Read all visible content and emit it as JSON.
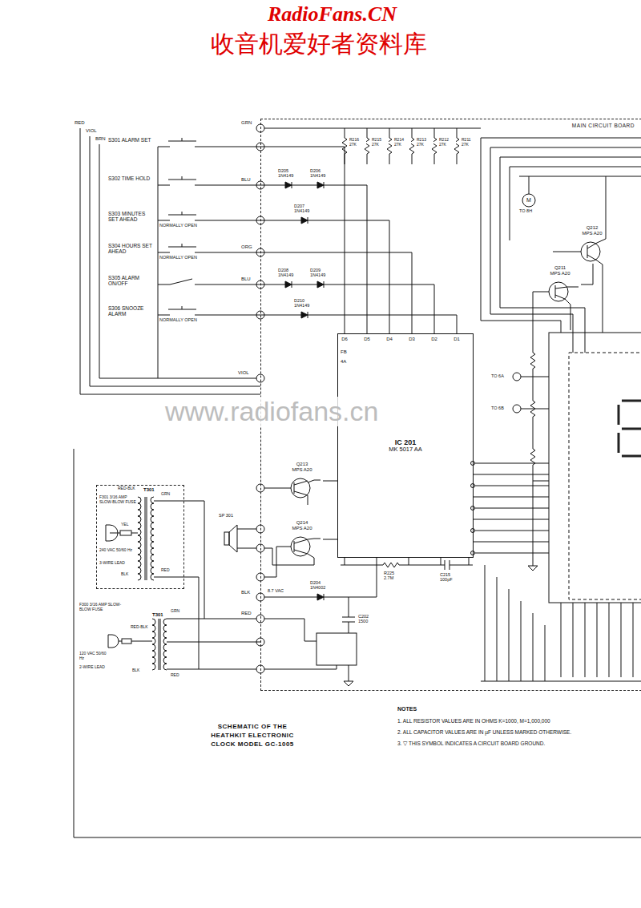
{
  "diagram": {
    "title": "SCHEMATIC OF THE HEATHKIT ELECTRONIC CLOCK MODEL GC-1005",
    "nodes": [
      {
        "text": [
          "MAIN CIRCUIT BOARD"
        ]
      },
      {
        "text": [
          "IC 201",
          "MK 5017 AA"
        ],
        "in": 0
      },
      {
        "text": [
          "S301 ALARM SET"
        ]
      },
      {
        "text": [
          "S302 TIME HOLD"
        ]
      },
      {
        "text": [
          "S303 MINUTES SET AHEAD",
          "NORMALLY OPEN"
        ]
      },
      {
        "text": [
          "S304 HOURS SET AHEAD",
          "NORMALLY OPEN"
        ]
      },
      {
        "text": [
          "S305 ALARM ON/OFF"
        ]
      },
      {
        "text": [
          "S306 SNOOZE ALARM",
          "NORMALLY OPEN"
        ]
      },
      {
        "text": [
          "Q212",
          "MPS A20"
        ],
        "in": 0
      },
      {
        "text": [
          "Q211",
          "MPS A20"
        ],
        "in": 0
      },
      {
        "text": [
          "Q213",
          "MPS A20"
        ],
        "in": 0
      },
      {
        "text": [
          "Q214",
          "MPS A20"
        ],
        "in": 0
      },
      {
        "text": [
          "T301"
        ]
      },
      {
        "text": [
          "T301"
        ]
      }
    ],
    "edges": [
      {
        "from": 2,
        "to": 1,
        "arrow": "none"
      },
      {
        "from": 3,
        "to": 1,
        "arrow": "none"
      },
      {
        "from": 4,
        "to": 1,
        "arrow": "none"
      },
      {
        "from": 5,
        "to": 1,
        "arrow": "none"
      },
      {
        "from": 6,
        "to": 1,
        "arrow": "none"
      },
      {
        "from": 7,
        "to": 1,
        "arrow": "none"
      },
      {
        "from": 10,
        "to": 1,
        "arrow": "none"
      },
      {
        "from": 11,
        "to": 1,
        "arrow": "none"
      },
      {
        "from": 9,
        "to": 8,
        "arrow": "none"
      },
      {
        "from": 13,
        "to": 0,
        "arrow": "none"
      }
    ],
    "labels": [
      "RadioFans.CN",
      "收音机爱好者资料库",
      "www.radiofans.cn",
      "RED",
      "VIOL",
      "BRN",
      "GRN",
      "BLU",
      "ORG",
      "BLU",
      "VIOL",
      "BLK",
      "RED",
      "D205 1N4149",
      "D206 1N4149",
      "D207 1N4149",
      "D208 1N4149",
      "D209 1N4149",
      "D210 1N4149",
      "R216 27K",
      "R215 27K",
      "R214 27K",
      "R213 27K",
      "R212 27K",
      "R211 27K",
      "D6",
      "D5",
      "D4",
      "D3",
      "D2",
      "D1",
      "FB",
      "4A",
      "M",
      "TO 8H",
      "TO 6A",
      "TO 6B",
      "8.7 VAC",
      "D204 1N4002",
      "C202 1500",
      "R225 2.7M",
      "C215 100pF",
      "SP 301",
      "F301 3/16 AMP SLOW-BLOW FUSE",
      "RED-BLK",
      "GRN",
      "YEL",
      "240 VAC 50/60 Hz",
      "3-WIRE LEAD",
      "BLK",
      "RED",
      "F300 3/16 AMP SLOW-BLOW FUSE",
      "RED-BLK",
      "GRN",
      "120 VAC 50/60 Hz",
      "2-WIRE LEAD",
      "BLK",
      "RED",
      "NOTES",
      "1. ALL RESISTOR VALUES ARE IN OHMS K=1000, M=1,000,000",
      "2. ALL CAPACITOR VALUES ARE IN µF UNLESS MARKED OTHERWISE.",
      "3. ▽ THIS SYMBOL INDICATES A CIRCUIT BOARD GROUND."
    ]
  }
}
